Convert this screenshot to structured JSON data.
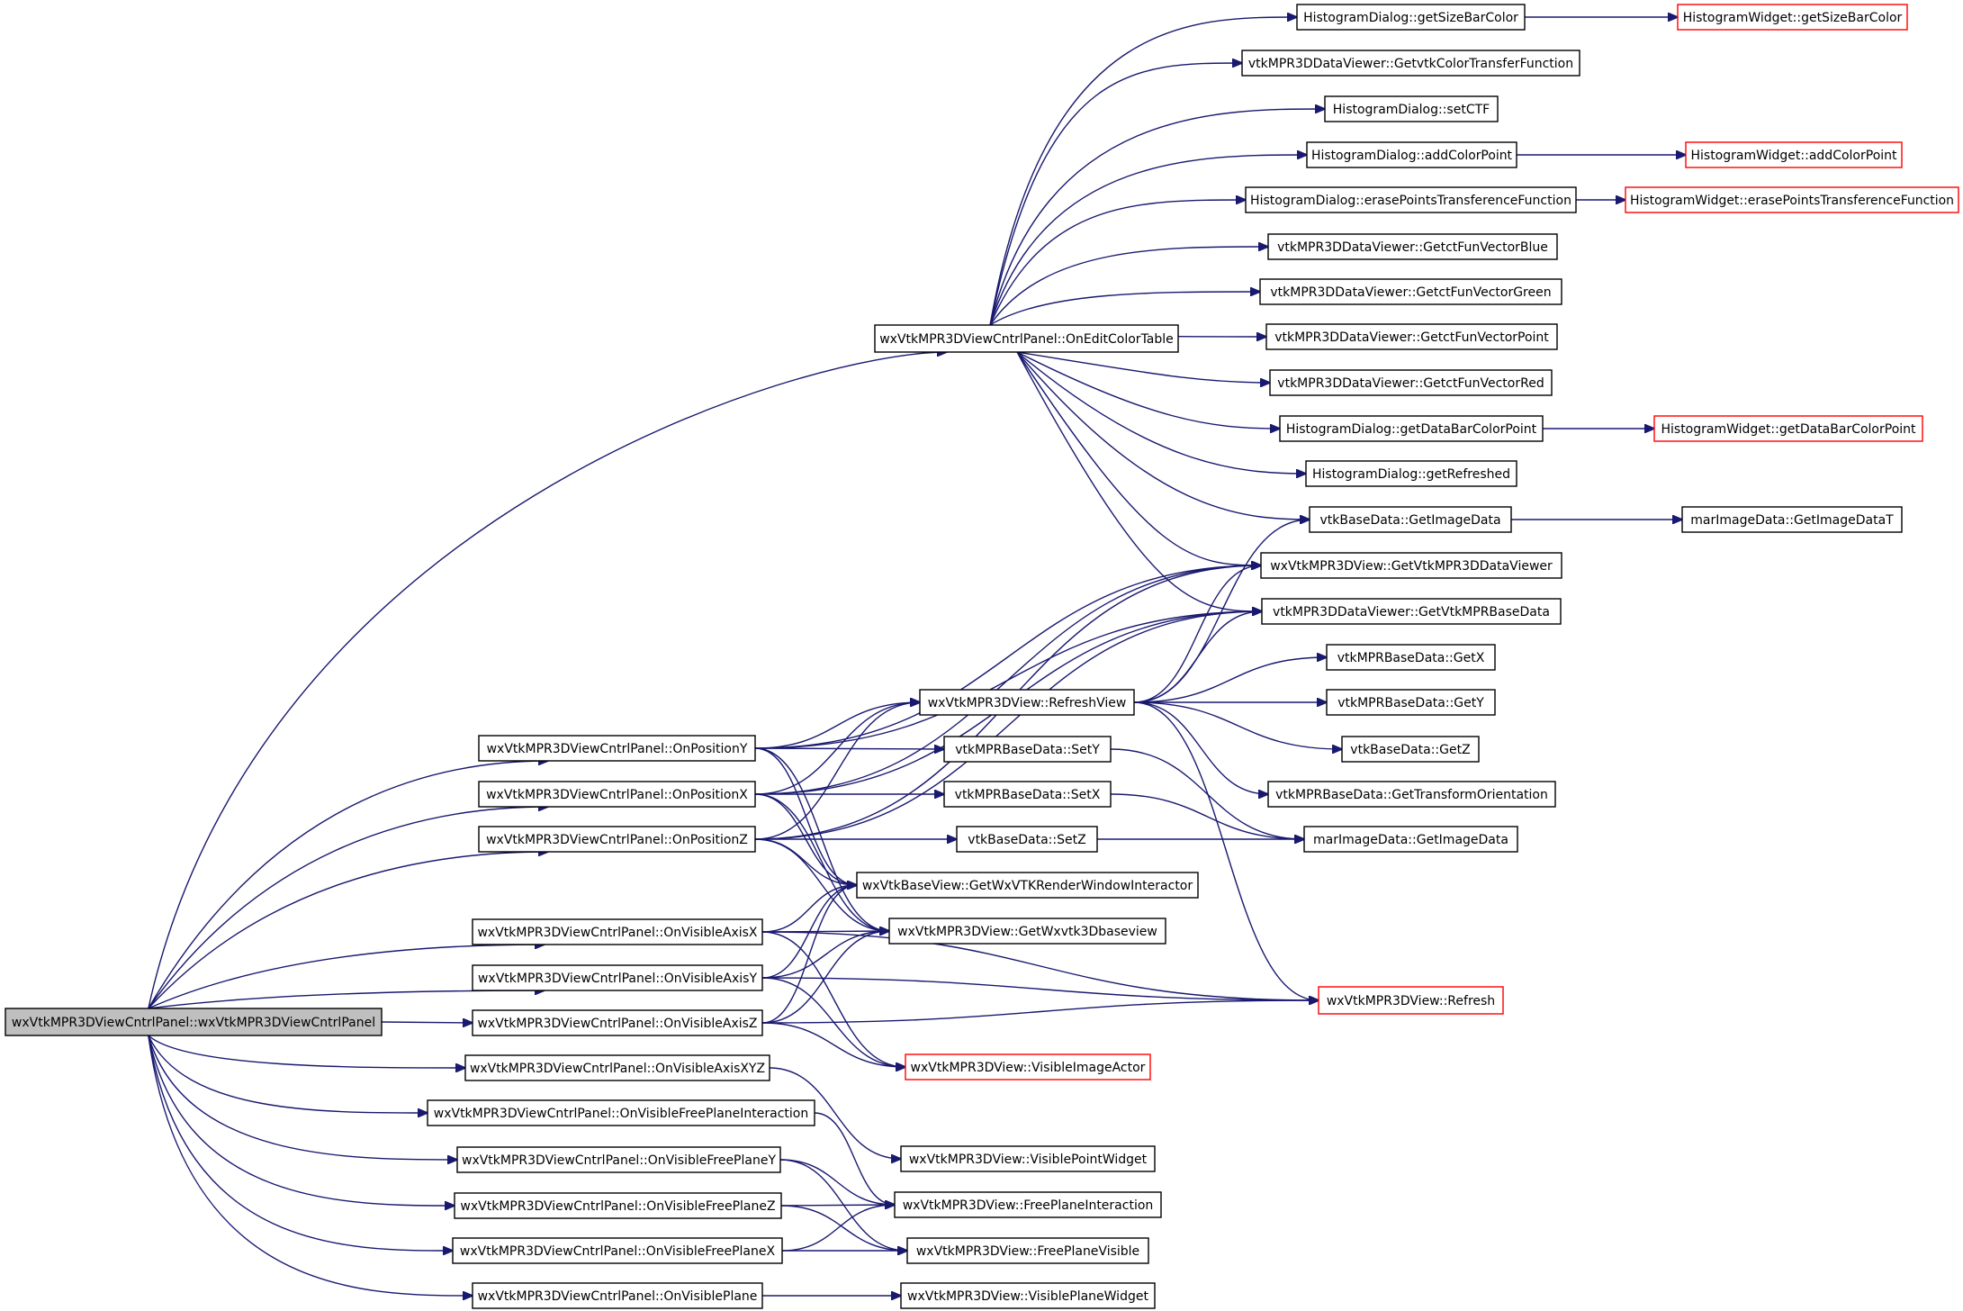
{
  "colors": {
    "edge": "#191970",
    "root_fill": "#bfbfbf",
    "red_border": "#ff0000",
    "border": "#000000"
  },
  "nodes": [
    {
      "id": "root",
      "label": "wxVtkMPR3DViewCntrlPanel::wxVtkMPR3DViewCntrlPanel",
      "style": "root"
    },
    {
      "id": "editct",
      "label": "wxVtkMPR3DViewCntrlPanel::OnEditColorTable"
    },
    {
      "id": "posy",
      "label": "wxVtkMPR3DViewCntrlPanel::OnPositionY"
    },
    {
      "id": "posx",
      "label": "wxVtkMPR3DViewCntrlPanel::OnPositionX"
    },
    {
      "id": "posz",
      "label": "wxVtkMPR3DViewCntrlPanel::OnPositionZ"
    },
    {
      "id": "visx",
      "label": "wxVtkMPR3DViewCntrlPanel::OnVisibleAxisX"
    },
    {
      "id": "visy",
      "label": "wxVtkMPR3DViewCntrlPanel::OnVisibleAxisY"
    },
    {
      "id": "visz",
      "label": "wxVtkMPR3DViewCntrlPanel::OnVisibleAxisZ"
    },
    {
      "id": "visxyz",
      "label": "wxVtkMPR3DViewCntrlPanel::OnVisibleAxisXYZ"
    },
    {
      "id": "vfpi",
      "label": "wxVtkMPR3DViewCntrlPanel::OnVisibleFreePlaneInteraction"
    },
    {
      "id": "vfpy",
      "label": "wxVtkMPR3DViewCntrlPanel::OnVisibleFreePlaneY"
    },
    {
      "id": "vfpz",
      "label": "wxVtkMPR3DViewCntrlPanel::OnVisibleFreePlaneZ"
    },
    {
      "id": "vfpx",
      "label": "wxVtkMPR3DViewCntrlPanel::OnVisibleFreePlaneX"
    },
    {
      "id": "vplane",
      "label": "wxVtkMPR3DViewCntrlPanel::OnVisiblePlane"
    },
    {
      "id": "hd_gsbc",
      "label": "HistogramDialog::getSizeBarColor"
    },
    {
      "id": "hw_gsbc",
      "label": "HistogramWidget::getSizeBarColor",
      "style": "red"
    },
    {
      "id": "dv_getctf",
      "label": "vtkMPR3DDataViewer::GetvtkColorTransferFunction"
    },
    {
      "id": "hd_setctf",
      "label": "HistogramDialog::setCTF"
    },
    {
      "id": "hd_acp",
      "label": "HistogramDialog::addColorPoint"
    },
    {
      "id": "hw_acp",
      "label": "HistogramWidget::addColorPoint",
      "style": "red"
    },
    {
      "id": "hd_eptf",
      "label": "HistogramDialog::erasePointsTransferenceFunction"
    },
    {
      "id": "hw_eptf",
      "label": "HistogramWidget::erasePointsTransferenceFunction",
      "style": "red"
    },
    {
      "id": "dv_blue",
      "label": "vtkMPR3DDataViewer::GetctFunVectorBlue"
    },
    {
      "id": "dv_green",
      "label": "vtkMPR3DDataViewer::GetctFunVectorGreen"
    },
    {
      "id": "dv_point",
      "label": "vtkMPR3DDataViewer::GetctFunVectorPoint"
    },
    {
      "id": "dv_red",
      "label": "vtkMPR3DDataViewer::GetctFunVectorRed"
    },
    {
      "id": "hd_gdbcp",
      "label": "HistogramDialog::getDataBarColorPoint"
    },
    {
      "id": "hw_gdbcp",
      "label": "HistogramWidget::getDataBarColorPoint",
      "style": "red"
    },
    {
      "id": "hd_gref",
      "label": "HistogramDialog::getRefreshed"
    },
    {
      "id": "bd_gid",
      "label": "vtkBaseData::GetImageData"
    },
    {
      "id": "mar_gidt",
      "label": "marImageData::GetImageDataT"
    },
    {
      "id": "v_gdv",
      "label": "wxVtkMPR3DView::GetVtkMPR3DDataViewer"
    },
    {
      "id": "dv_gbd",
      "label": "vtkMPR3DDataViewer::GetVtkMPRBaseData"
    },
    {
      "id": "bd_getx",
      "label": "vtkMPRBaseData::GetX"
    },
    {
      "id": "refreshview",
      "label": "wxVtkMPR3DView::RefreshView"
    },
    {
      "id": "bd_gety",
      "label": "vtkMPRBaseData::GetY"
    },
    {
      "id": "bd_setyv",
      "label": "vtkMPRBaseData::SetY"
    },
    {
      "id": "bd_getz",
      "label": "vtkBaseData::GetZ"
    },
    {
      "id": "bd_gto",
      "label": "vtkMPRBaseData::GetTransformOrientation"
    },
    {
      "id": "bd_setx",
      "label": "vtkMPRBaseData::SetX"
    },
    {
      "id": "bd_setz",
      "label": "vtkBaseData::SetZ"
    },
    {
      "id": "mar_gid",
      "label": "marImageData::GetImageData"
    },
    {
      "id": "bv_gwx",
      "label": "wxVtkBaseView::GetWxVTKRenderWindowInteractor"
    },
    {
      "id": "v_g3d",
      "label": "wxVtkMPR3DView::GetWxvtk3Dbaseview"
    },
    {
      "id": "v_refresh",
      "label": "wxVtkMPR3DView::Refresh",
      "style": "red"
    },
    {
      "id": "v_via",
      "label": "wxVtkMPR3DView::VisibleImageActor",
      "style": "red"
    },
    {
      "id": "v_vpw",
      "label": "wxVtkMPR3DView::VisiblePointWidget"
    },
    {
      "id": "v_fpi",
      "label": "wxVtkMPR3DView::FreePlaneInteraction"
    },
    {
      "id": "v_fpv",
      "label": "wxVtkMPR3DView::FreePlaneVisible"
    },
    {
      "id": "v_vplw",
      "label": "wxVtkMPR3DView::VisiblePlaneWidget"
    }
  ],
  "edges": [
    [
      "root",
      "editct"
    ],
    [
      "root",
      "posy"
    ],
    [
      "root",
      "posx"
    ],
    [
      "root",
      "posz"
    ],
    [
      "root",
      "visx"
    ],
    [
      "root",
      "visy"
    ],
    [
      "root",
      "visz"
    ],
    [
      "root",
      "visxyz"
    ],
    [
      "root",
      "vfpi"
    ],
    [
      "root",
      "vfpy"
    ],
    [
      "root",
      "vfpz"
    ],
    [
      "root",
      "vfpx"
    ],
    [
      "root",
      "vplane"
    ],
    [
      "editct",
      "hd_gsbc"
    ],
    [
      "editct",
      "dv_getctf"
    ],
    [
      "editct",
      "hd_setctf"
    ],
    [
      "editct",
      "hd_acp"
    ],
    [
      "editct",
      "hd_eptf"
    ],
    [
      "editct",
      "dv_blue"
    ],
    [
      "editct",
      "dv_green"
    ],
    [
      "editct",
      "dv_point"
    ],
    [
      "editct",
      "dv_red"
    ],
    [
      "editct",
      "hd_gdbcp"
    ],
    [
      "editct",
      "hd_gref"
    ],
    [
      "editct",
      "bd_gid"
    ],
    [
      "editct",
      "v_gdv"
    ],
    [
      "editct",
      "dv_gbd"
    ],
    [
      "hd_gsbc",
      "hw_gsbc"
    ],
    [
      "hd_acp",
      "hw_acp"
    ],
    [
      "hd_eptf",
      "hw_eptf"
    ],
    [
      "hd_gdbcp",
      "hw_gdbcp"
    ],
    [
      "bd_gid",
      "mar_gidt"
    ],
    [
      "posy",
      "refreshview"
    ],
    [
      "posy",
      "bd_setyv"
    ],
    [
      "posy",
      "v_gdv"
    ],
    [
      "posy",
      "dv_gbd"
    ],
    [
      "posy",
      "bv_gwx"
    ],
    [
      "posy",
      "v_g3d"
    ],
    [
      "posx",
      "refreshview"
    ],
    [
      "posx",
      "bd_setx"
    ],
    [
      "posx",
      "v_gdv"
    ],
    [
      "posx",
      "dv_gbd"
    ],
    [
      "posx",
      "bv_gwx"
    ],
    [
      "posx",
      "v_g3d"
    ],
    [
      "posz",
      "refreshview"
    ],
    [
      "posz",
      "bd_setz"
    ],
    [
      "posz",
      "v_gdv"
    ],
    [
      "posz",
      "dv_gbd"
    ],
    [
      "posz",
      "bv_gwx"
    ],
    [
      "posz",
      "v_g3d"
    ],
    [
      "refreshview",
      "bd_gid"
    ],
    [
      "refreshview",
      "v_gdv"
    ],
    [
      "refreshview",
      "dv_gbd"
    ],
    [
      "refreshview",
      "bd_getx"
    ],
    [
      "refreshview",
      "bd_gety"
    ],
    [
      "refreshview",
      "bd_getz"
    ],
    [
      "refreshview",
      "bd_gto"
    ],
    [
      "refreshview",
      "v_refresh"
    ],
    [
      "bd_setyv",
      "mar_gid"
    ],
    [
      "bd_setx",
      "mar_gid"
    ],
    [
      "bd_setz",
      "mar_gid"
    ],
    [
      "visx",
      "bv_gwx"
    ],
    [
      "visx",
      "v_g3d"
    ],
    [
      "visx",
      "v_refresh"
    ],
    [
      "visx",
      "v_via"
    ],
    [
      "visy",
      "bv_gwx"
    ],
    [
      "visy",
      "v_g3d"
    ],
    [
      "visy",
      "v_refresh"
    ],
    [
      "visy",
      "v_via"
    ],
    [
      "visz",
      "bv_gwx"
    ],
    [
      "visz",
      "v_g3d"
    ],
    [
      "visz",
      "v_refresh"
    ],
    [
      "visz",
      "v_via"
    ],
    [
      "visxyz",
      "v_vpw"
    ],
    [
      "vfpi",
      "v_fpi"
    ],
    [
      "vfpy",
      "v_fpi"
    ],
    [
      "vfpy",
      "v_fpv"
    ],
    [
      "vfpz",
      "v_fpi"
    ],
    [
      "vfpz",
      "v_fpv"
    ],
    [
      "vfpx",
      "v_fpi"
    ],
    [
      "vfpx",
      "v_fpv"
    ],
    [
      "vplane",
      "v_vplw"
    ]
  ]
}
